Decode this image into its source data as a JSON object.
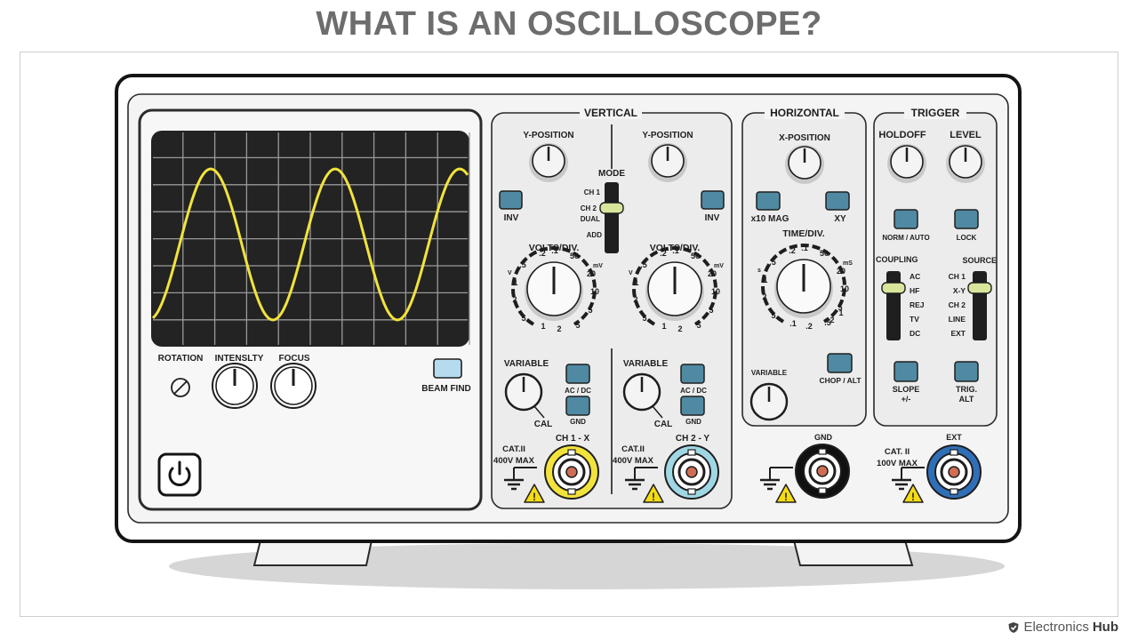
{
  "title": "WHAT IS AN OSCILLOSCOPE?",
  "brand": {
    "name_light": "Electronics",
    "name_bold": "Hub",
    "logo_icon": "shield-check-icon"
  },
  "colors": {
    "panel": "#f4f4f4",
    "screen": "#232323",
    "trace": "#f2e33c",
    "button": "#4f8aa2",
    "beam_button": "#b6dbef",
    "mode_knob": "#d7e69b",
    "ch1": "#f2e33c",
    "ch2": "#9fd8e4",
    "ext": "#2f6fb8",
    "gnd_ring": "#111111",
    "core": "#cf6e55",
    "warning": "#f4dc14"
  },
  "left": {
    "rotation": "ROTATION",
    "intensity": "INTENSLTY",
    "focus": "FOCUS",
    "beam_find": "BEAM FIND",
    "power_icon": "power-icon"
  },
  "vertical": {
    "label": "VERTICAL",
    "ypos1": "Y-POSITION",
    "ypos2": "Y-POSITION",
    "mode": "MODE",
    "mode_options": [
      "CH 1",
      "CH 2",
      "DUAL",
      "ADD"
    ],
    "inv1": "INV",
    "inv2": "INV",
    "volts1": "VOLTS/DIV.",
    "volts2": "VOLTS/DIV.",
    "dial_labels": {
      "v": "V",
      "mv": "mV",
      "top": [
        ".2",
        ".1",
        "50"
      ],
      "left": [
        ".5",
        "1",
        "2",
        "5"
      ],
      "right": [
        "20",
        "10",
        "5"
      ],
      "bottom": [
        "1",
        "2",
        "5"
      ]
    },
    "variable1": "VARIABLE",
    "variable2": "VARIABLE",
    "cal1": "CAL",
    "cal2": "CAL",
    "acdc1": "AC / DC",
    "acdc2": "AC / DC",
    "gnd1": "GND",
    "gnd2": "GND",
    "cat1": "CAT.II",
    "cat1_v": "400V MAX",
    "cat2": "CAT.II",
    "cat2_v": "400V MAX",
    "ch1x": "CH 1 - X",
    "ch2y": "CH 2 - Y"
  },
  "horizontal": {
    "label": "HORIZONTAL",
    "xpos": "X-POSITION",
    "x10mag": "x10 MAG",
    "xy": "XY",
    "time": "TIME/DIV.",
    "dial_labels": {
      "s": "s",
      "ms": "mS",
      "top": [
        ".2",
        ".1",
        "50"
      ],
      "left": [
        ".5",
        "1",
        "2",
        "5"
      ],
      "right": [
        "20",
        "10",
        "5",
        "2"
      ],
      "bottom": [
        ".1",
        ".2",
        ".5",
        "1"
      ]
    },
    "variable": "VARIABLE",
    "chop": "CHOP / ALT",
    "gnd": "GND"
  },
  "trigger": {
    "label": "TRIGGER",
    "holdoff": "HOLDOFF",
    "level": "LEVEL",
    "norm_auto": "NORM / AUTO",
    "lock": "LOCK",
    "coupling": "COUPLING",
    "coupling_options": [
      "AC",
      "HF",
      "REJ",
      "TV",
      "DC"
    ],
    "source": "SOURCE",
    "source_options": [
      "CH 1",
      "X-Y",
      "CH 2",
      "LINE",
      "EXT"
    ],
    "slope": "SLOPE",
    "slope_sub": "+/-",
    "trig": "TRIG.",
    "trig_sub": "ALT",
    "cat": "CAT. II",
    "cat_v": "100V MAX",
    "ext": "EXT"
  }
}
